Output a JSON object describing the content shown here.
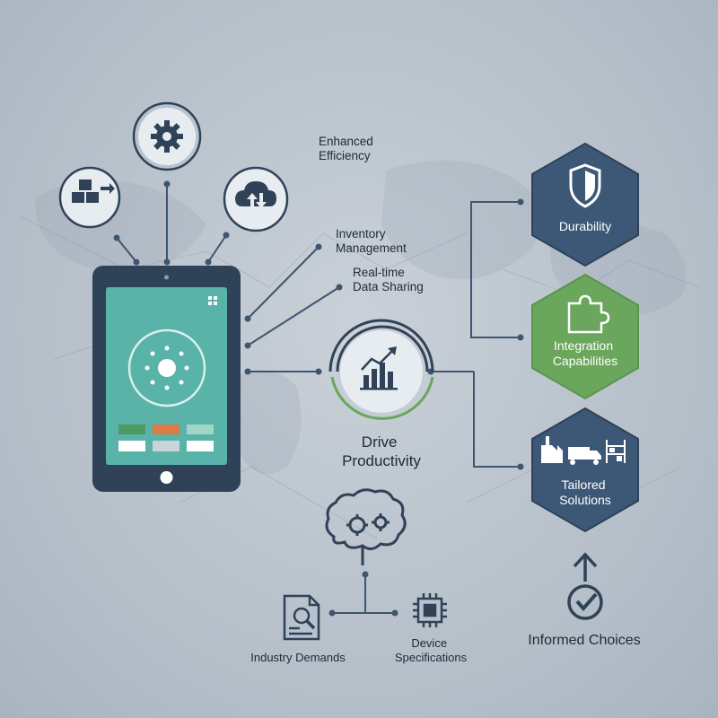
{
  "labels": {
    "enhanced_efficiency": [
      "Enhanced",
      "Efficiency"
    ],
    "inventory_management": [
      "Inventory",
      "Management"
    ],
    "realtime_data_sharing": [
      "Real-time",
      "Data Sharing"
    ],
    "drive_productivity": [
      "Drive",
      "Productivity"
    ],
    "industry_demands": "Industry Demands",
    "device_specifications": [
      "Device",
      "Specifications"
    ],
    "informed_choices": "Informed Choices"
  },
  "hexagons": [
    {
      "id": "durability",
      "lines": [
        "Durability"
      ],
      "color": "#3c5876",
      "icon": "shield-icon"
    },
    {
      "id": "integration",
      "lines": [
        "Integration",
        "Capabilities"
      ],
      "color": "#6aa65c",
      "icon": "puzzle-icon"
    },
    {
      "id": "tailored",
      "lines": [
        "Tailored",
        "Solutions"
      ],
      "color": "#3c5876",
      "icon": "factory-truck-shelves-icon"
    }
  ],
  "top_icons": [
    {
      "id": "boxes",
      "icon": "boxes-arrow-icon"
    },
    {
      "id": "gear",
      "icon": "gear-icon"
    },
    {
      "id": "cloud",
      "icon": "cloud-sync-icon"
    }
  ],
  "colors": {
    "navy": "#2f4258",
    "teal": "#5ab3a8",
    "green": "#6aa65c",
    "orange": "#e07a45",
    "line": "#3e5570"
  }
}
